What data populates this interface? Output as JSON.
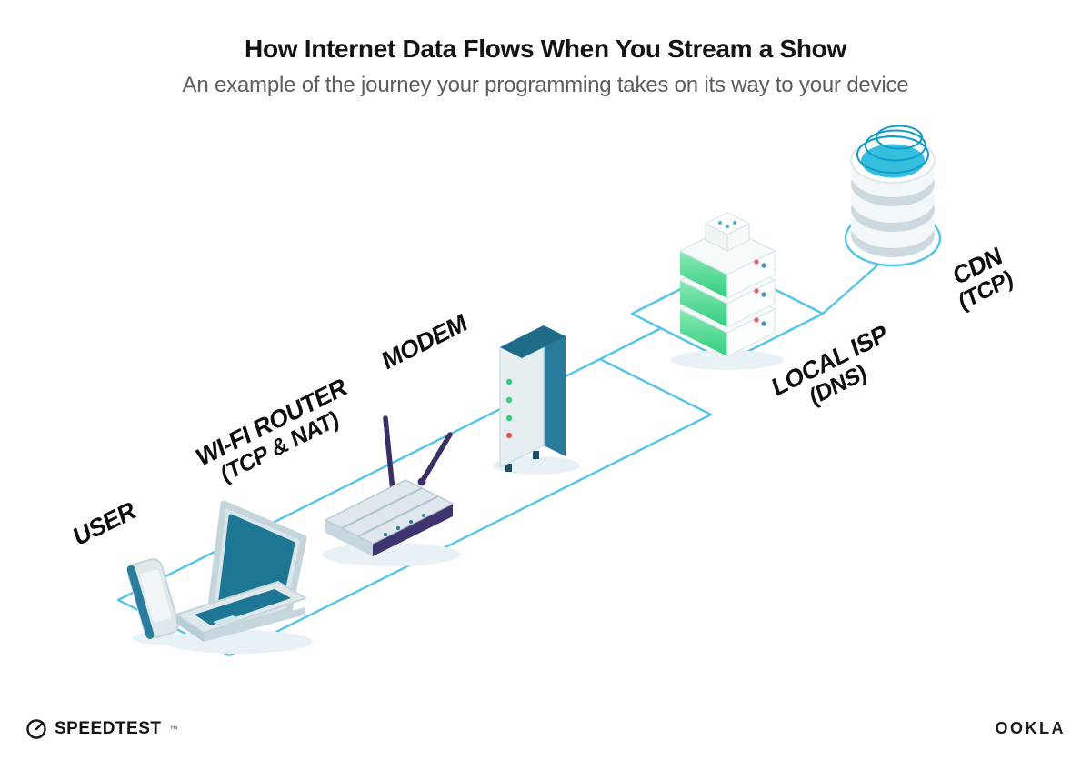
{
  "title": "How Internet Data Flows When You Stream a Show",
  "subtitle": "An example of the journey your programming takes on its way to your device",
  "labels": {
    "user": {
      "line1": "USER"
    },
    "router": {
      "line1": "WI-FI ROUTER",
      "line2": "(TCP & NAT)"
    },
    "modem": {
      "line1": "MODEM"
    },
    "isp": {
      "line1": "LOCAL ISP",
      "line2": "(DNS)"
    },
    "cdn": {
      "line1": "CDN",
      "line2": "(TCP)"
    }
  },
  "footer": {
    "speedtest": "SPEEDTEST",
    "trademark": "™",
    "ookla": "OOKLA"
  },
  "colors": {
    "path_blue": "#56C5E8",
    "device_teal": "#1D7693",
    "device_light": "#DFE9EC",
    "accent_green": "#2FCF7C",
    "antenna_purple": "#3B2F66",
    "cdn_cyan": "#35BEDE",
    "led_red": "#E85C5C",
    "led_blue": "#4A90C4"
  }
}
